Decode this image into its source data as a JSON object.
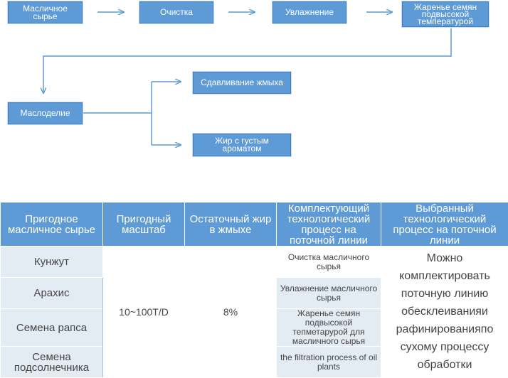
{
  "flow": {
    "oil_raw": "Масличное сырье",
    "cleaning": "Очистка",
    "moistening": "Увлажнение",
    "roasting": "Жаренье семян подвысокой температурой",
    "oil_making": "Маслоделие",
    "cake_pressing": "Сдавливание жмыха",
    "aroma_fat": "Жир с густым ароматом"
  },
  "table": {
    "headers": [
      "Пригодное масличное сырье",
      "Пригодный масштаб",
      "Остаточный жир в жмыхе",
      "Комплектующий технологический процесс на поточной линии",
      "Выбранный технологический процесс на поточной линии"
    ],
    "raw_materials": [
      "Кунжут",
      "Арахис",
      "Семена рапса",
      "Семена подсолнечника"
    ],
    "scale": "10~100T/D",
    "residual_oil": "8%",
    "processes": [
      "Очистка масличного сырья",
      "Увлажнение масличного сырья",
      "Жаренье семян подвысокой тепметарурой для масличного сырья",
      "the filtration process of oil plants"
    ],
    "selected_process": "Можно комплектировать поточную линию обесклеиванияи рафинированияпо сухому процессу обработки"
  },
  "colors": {
    "accent": "#5e9ad6",
    "row_bg": "#e4ecf3",
    "text": "#444444"
  }
}
